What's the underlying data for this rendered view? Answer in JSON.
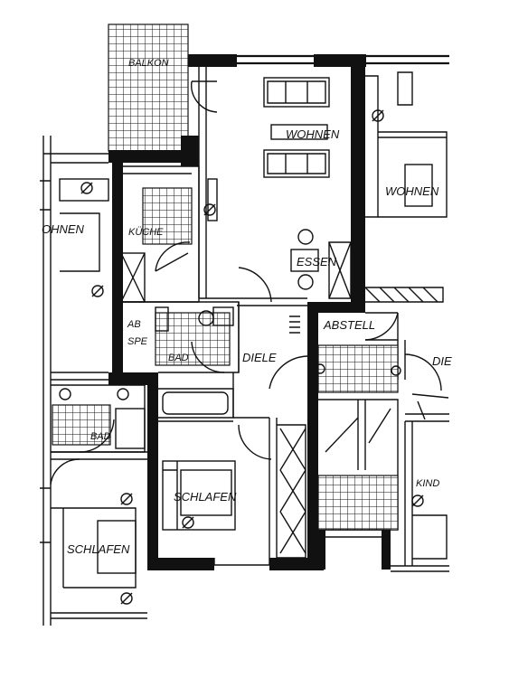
{
  "plan": {
    "colors": {
      "ink": "#111111",
      "paper": "#ffffff"
    },
    "rooms": [
      {
        "id": "balkon",
        "label": "BALKON"
      },
      {
        "id": "wohnen-main",
        "label": "WOHNEN"
      },
      {
        "id": "wohnen-right",
        "label": "WOHNEN"
      },
      {
        "id": "wohnen-left",
        "label": "OHNEN"
      },
      {
        "id": "kueche",
        "label": "KÜCHE"
      },
      {
        "id": "essen",
        "label": "ESSEN"
      },
      {
        "id": "abstell",
        "label": "ABSTELL"
      },
      {
        "id": "ab",
        "label": "AB"
      },
      {
        "id": "spe",
        "label": "SPE"
      },
      {
        "id": "bad-main",
        "label": "BAD"
      },
      {
        "id": "diele-main",
        "label": "DIELE"
      },
      {
        "id": "diele-right",
        "label": "DIE"
      },
      {
        "id": "bad-left",
        "label": "BAD"
      },
      {
        "id": "schlafen-main",
        "label": "SCHLAFEN"
      },
      {
        "id": "schlafen-left",
        "label": "SCHLAFEN"
      },
      {
        "id": "kind",
        "label": "KIND"
      }
    ]
  }
}
